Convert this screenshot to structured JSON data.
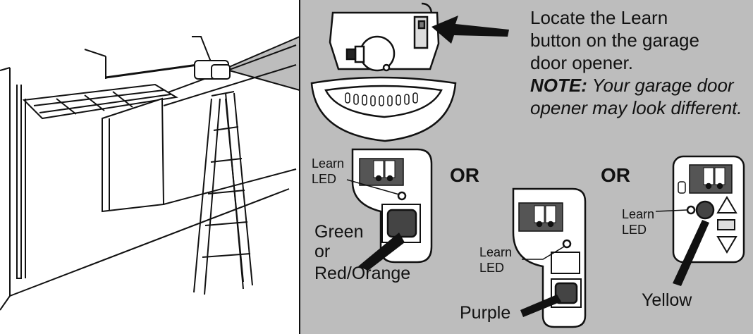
{
  "instruction": {
    "line1": "Locate the Learn",
    "line2": "button on the garage",
    "line3": "door opener.",
    "note_label": "NOTE:",
    "note_line1_rest": " Your garage door",
    "note_line2": "opener may look different."
  },
  "or_labels": [
    "OR",
    "OR"
  ],
  "panels": [
    {
      "led_label_line1": "Learn",
      "led_label_line2": "LED",
      "color_lines": [
        "Green",
        "or",
        "Red/Orange"
      ]
    },
    {
      "led_label_line1": "Learn",
      "led_label_line2": "LED",
      "color_lines": [
        "Purple"
      ]
    },
    {
      "led_label_line1": "Learn",
      "led_label_line2": "LED",
      "color_lines": [
        "Yellow"
      ]
    }
  ],
  "colors": {
    "panel_background": "#bdbdbd",
    "line": "#111111",
    "white": "#ffffff",
    "dark_button": "#444444"
  }
}
